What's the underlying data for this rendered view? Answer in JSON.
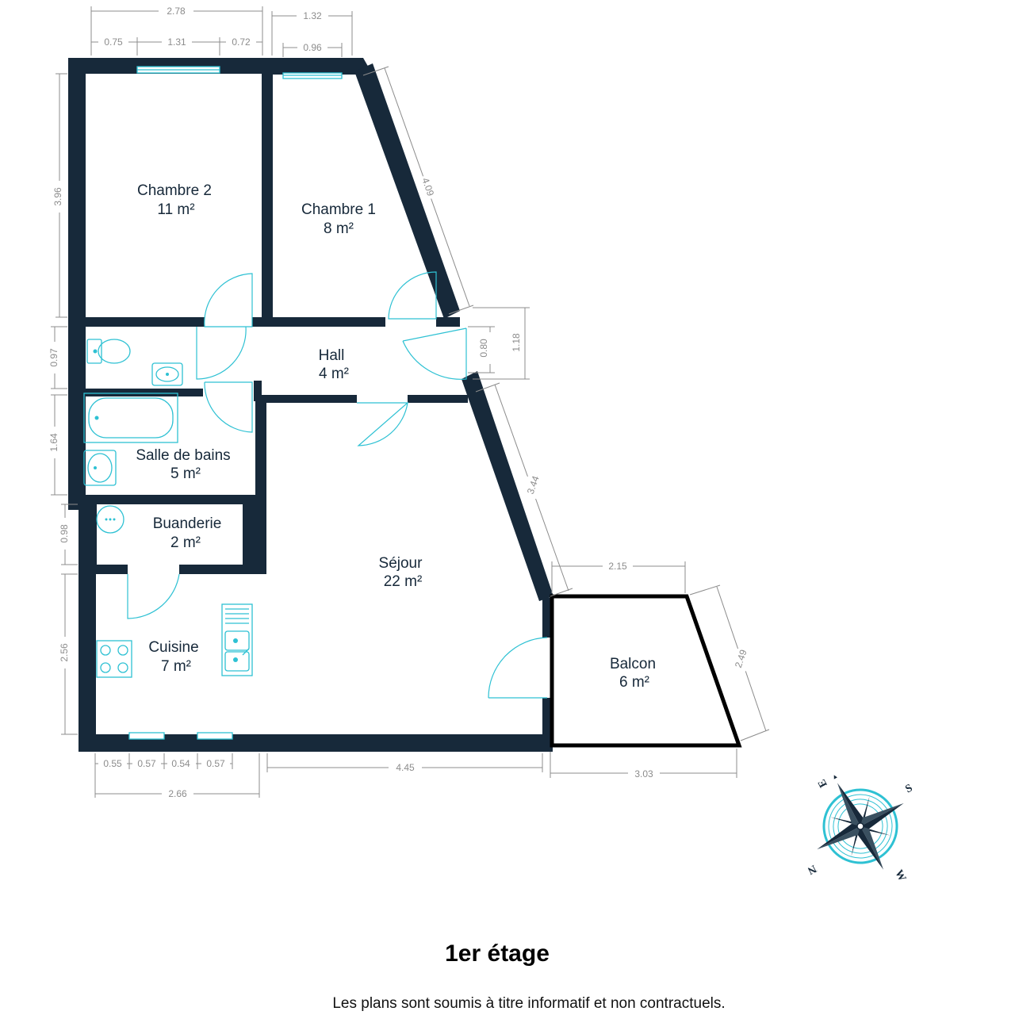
{
  "rooms": [
    {
      "name": "Chambre 2",
      "area": "11 m²"
    },
    {
      "name": "Chambre 1",
      "area": "8 m²"
    },
    {
      "name": "Hall",
      "area": "4 m²"
    },
    {
      "name": "Salle de bains",
      "area": "5 m²"
    },
    {
      "name": "Buanderie",
      "area": "2 m²"
    },
    {
      "name": "Séjour",
      "area": "22 m²"
    },
    {
      "name": "Cuisine",
      "area": "7 m²"
    },
    {
      "name": "Balcon",
      "area": "6 m²"
    }
  ],
  "dimensions": {
    "top": [
      "2.78",
      "0.75",
      "1.31",
      "0.72",
      "1.32",
      "0.96"
    ],
    "left": [
      "3.96",
      "0.97",
      "1.64",
      "0.98",
      "2.56"
    ],
    "right": [
      "4.09",
      "0.80",
      "1.18",
      "3.44",
      "2.49"
    ],
    "bottom": [
      "0.55",
      "0.57",
      "0.54",
      "0.57",
      "2.66",
      "4.45",
      "3.03"
    ],
    "balcony_top": "2.15"
  },
  "compass": {
    "letters": [
      "E",
      "S",
      "W",
      "N"
    ]
  },
  "footer": {
    "title": "1er étage",
    "note": "Les plans sont soumis à titre informatif et non contractuels."
  }
}
